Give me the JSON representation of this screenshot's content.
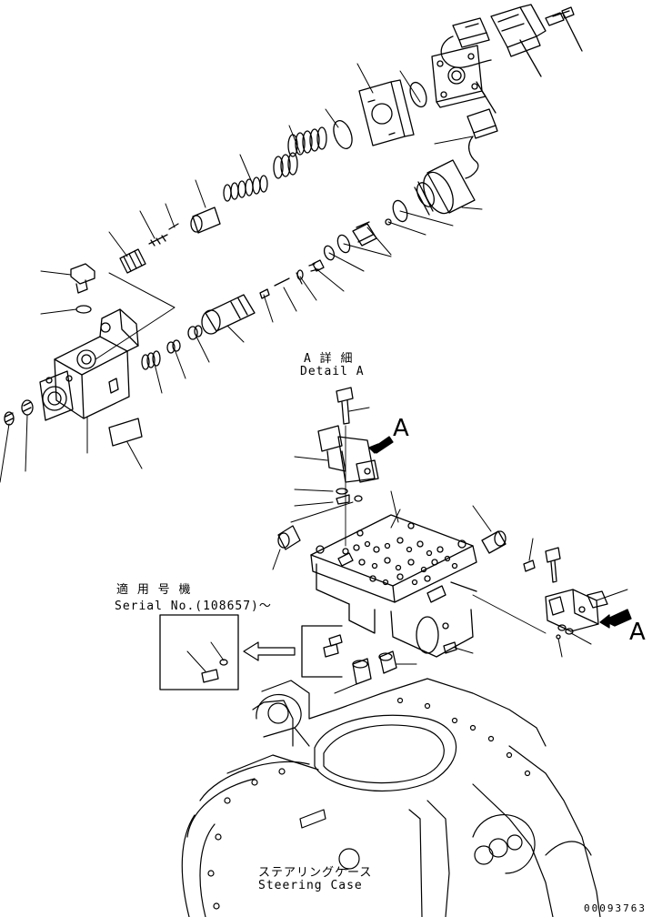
{
  "detail": {
    "jp": "A 詳 細",
    "en": "Detail A"
  },
  "view_markers": {
    "a_top": "A",
    "a_right": "A"
  },
  "serial": {
    "jp": "適 用 号 機",
    "en": "Serial No.(108657)～"
  },
  "steering": {
    "jp": "ステアリングケース",
    "en": "Steering Case"
  },
  "drawing_number": "00093763"
}
